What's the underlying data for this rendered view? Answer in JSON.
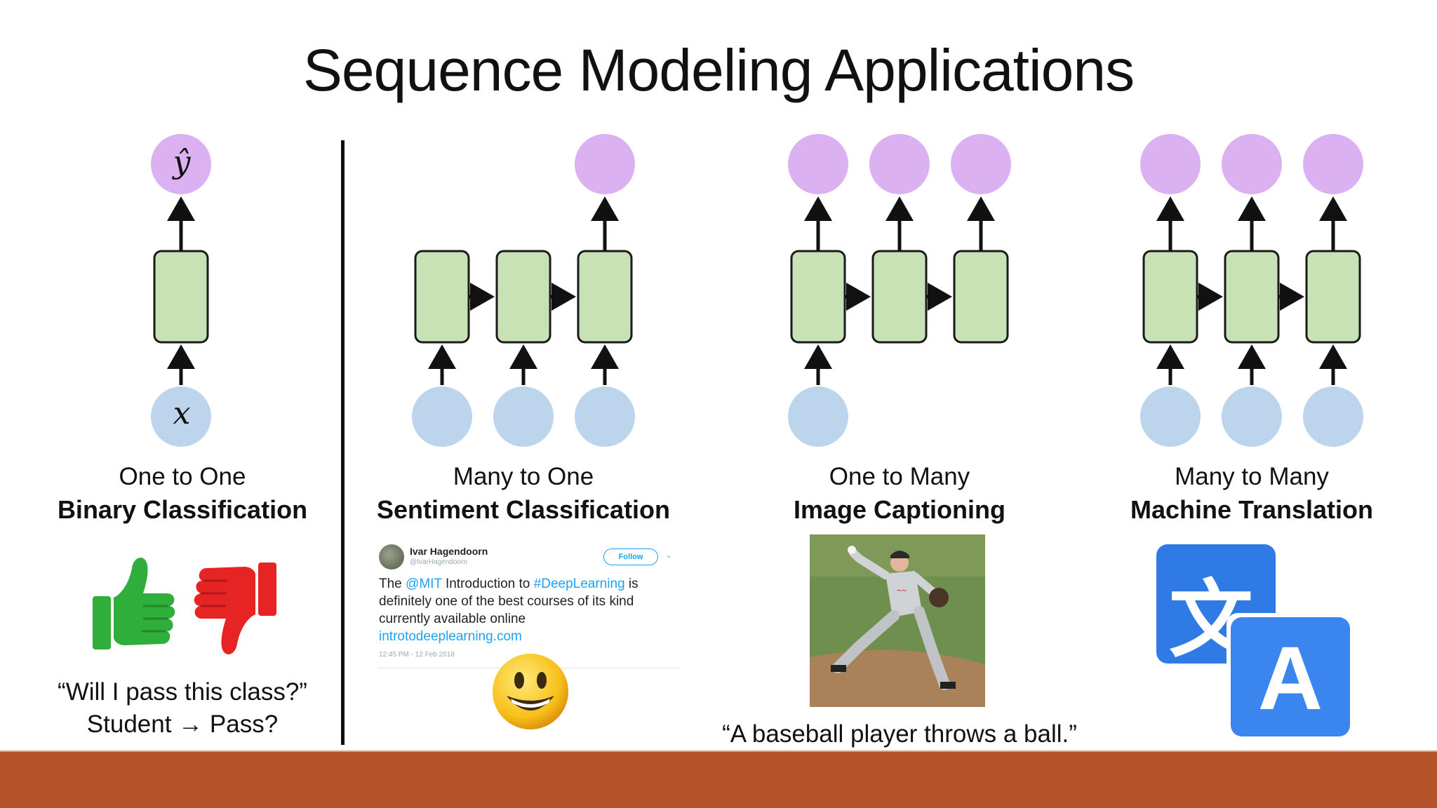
{
  "title": "Sequence Modeling Applications",
  "nodes": {
    "output_symbol": "ŷ",
    "input_symbol": "x"
  },
  "panels": [
    {
      "kind": "One to One",
      "task": "Binary Classification",
      "caption_line1": "“Will I pass this class?”",
      "caption_line2": "Student → Pass?"
    },
    {
      "kind": "Many to One",
      "task": "Sentiment Classification"
    },
    {
      "kind": "One to Many",
      "task": "Image Captioning",
      "caption": "“A baseball player throws a ball.”"
    },
    {
      "kind": "Many to Many",
      "task": "Machine Translation"
    }
  ],
  "tweet": {
    "name": "Ivar Hagendoorn",
    "handle": "@IvarHagendoorn",
    "follow_label": "Follow",
    "text_before_mention": "The ",
    "mention": "@MIT",
    "text_middle": " Introduction to ",
    "hashtag": "#DeepLearning",
    "text_after": " is definitely one of the best courses of its kind currently available online",
    "link": "introtodeeplearning.com",
    "time": "12:45 PM - 12 Feb 2018"
  },
  "translate_icon": {
    "glyph_front": "A",
    "glyph_back": "文"
  },
  "colors": {
    "output_node": "#dcb1f2",
    "input_node": "#bcd5ec",
    "cell_fill": "#c8e2b6",
    "cell_stroke": "#1a1a1a",
    "footer": "#b4532a",
    "twitter_blue": "#1da1f2",
    "translate_blue": "#3b86ee"
  }
}
